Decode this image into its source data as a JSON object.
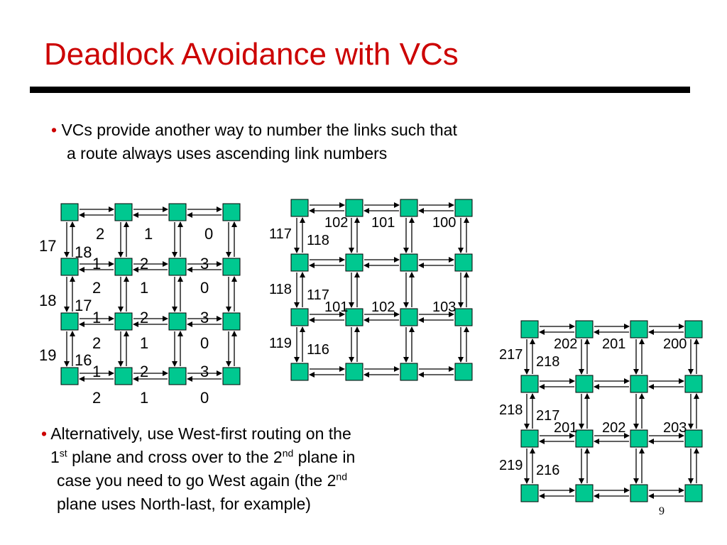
{
  "title": "Deadlock Avoidance with VCs",
  "bullet1": {
    "dot": "•",
    "line1": "VCs provide another way to number the links such that",
    "line2": "a route always uses ascending link numbers"
  },
  "bullet2": {
    "dot": "•",
    "line1": "Alternatively, use West-first routing on the",
    "line2_a": "1",
    "line2_sup1": "st",
    "line2_b": " plane and cross over to the 2",
    "line2_sup2": "nd",
    "line2_c": " plane in",
    "line3_a": "case you need to go West again (the 2",
    "line3_sup": "nd",
    "line4": "plane uses North-last, for example)"
  },
  "page_number": "9",
  "colors": {
    "title": "#cc0000",
    "node": "#00c890",
    "rule": "#000000"
  },
  "grids": [
    {
      "name": "grid-left",
      "labels": [
        "2",
        "1",
        "0",
        "17",
        "18",
        "1",
        "2",
        "3",
        "2",
        "1",
        "0",
        "18",
        "17",
        "1",
        "2",
        "3",
        "2",
        "1",
        "0",
        "19",
        "16",
        "1",
        "2",
        "3",
        "2",
        "1",
        "0"
      ]
    },
    {
      "name": "grid-middle",
      "labels": [
        "102",
        "101",
        "100",
        "117",
        "118",
        "118",
        "117",
        "101",
        "102",
        "103",
        "119",
        "116"
      ]
    },
    {
      "name": "grid-right",
      "labels": [
        "202",
        "201",
        "200",
        "217",
        "218",
        "218",
        "217",
        "201",
        "202",
        "203",
        "219",
        "216"
      ]
    }
  ]
}
